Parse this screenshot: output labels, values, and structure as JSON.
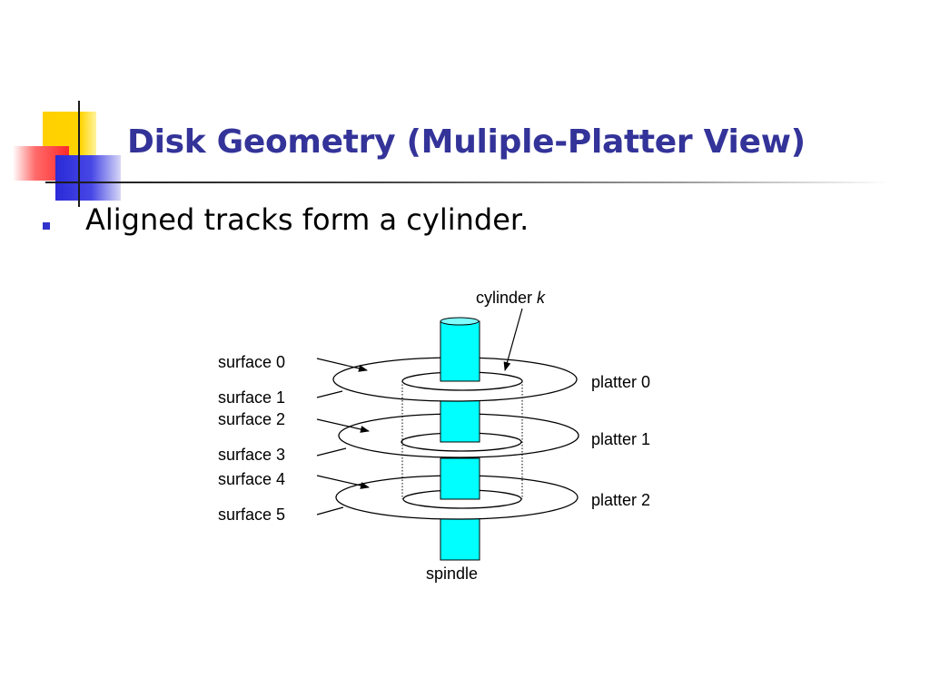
{
  "slide": {
    "title": "Disk Geometry (Muliple-Platter View)",
    "bullets": [
      "Aligned tracks form a cylinder."
    ]
  },
  "diagram": {
    "cylinder_label": "cylinder ",
    "cylinder_label_var": "k",
    "surfaces": [
      "surface 0",
      "surface 1",
      "surface 2",
      "surface 3",
      "surface 4",
      "surface 5"
    ],
    "platters": [
      "platter 0",
      "platter 1",
      "platter 2"
    ],
    "spindle_label": "spindle"
  },
  "colors": {
    "title": "#333399",
    "bullet": "#3333cc",
    "spindle": "#00ffff",
    "ornament_yellow": "#ffd000",
    "ornament_red": "#ff2a2a",
    "ornament_blue": "#2a2ad8"
  }
}
